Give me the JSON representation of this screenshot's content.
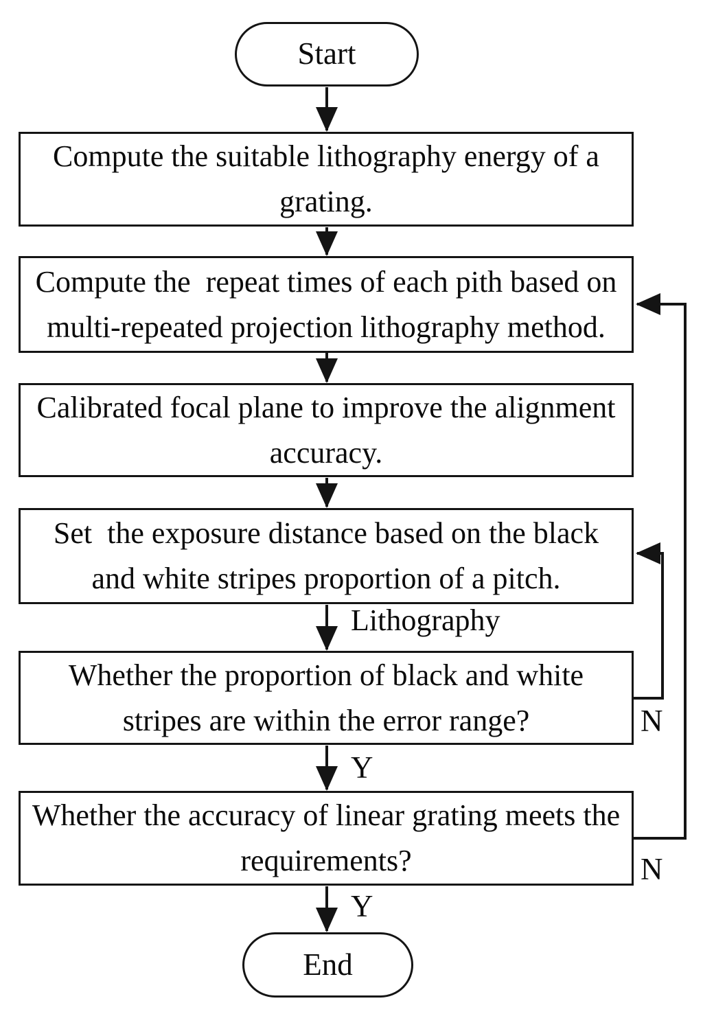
{
  "flowchart": {
    "type": "flowchart",
    "colors": {
      "line": "#141414",
      "background": "#ffffff",
      "text": "#0b0b0b"
    },
    "nodes": [
      {
        "id": "start",
        "shape": "terminator",
        "label": "Start"
      },
      {
        "id": "compute-energy",
        "shape": "process",
        "label": "Compute the suitable lithography energy of a grating."
      },
      {
        "id": "compute-repeat-times",
        "shape": "process",
        "label": "Compute the  repeat times of each pith based on multi-repeated projection lithography method."
      },
      {
        "id": "calibrate-focal-plane",
        "shape": "process",
        "label": "Calibrated focal plane to improve the alignment accuracy."
      },
      {
        "id": "set-exposure-distance",
        "shape": "process",
        "label": "Set  the exposure distance based on the black and white stripes proportion of a pitch."
      },
      {
        "id": "check-stripe-proportion",
        "shape": "process",
        "label": "Whether the proportion of black and white stripes are within the error range?"
      },
      {
        "id": "check-grating-accuracy",
        "shape": "process",
        "label": "Whether the accuracy of linear grating meets the requirements?"
      },
      {
        "id": "end",
        "shape": "terminator",
        "label": "End"
      }
    ],
    "edges": [
      {
        "from": "start",
        "to": "compute-energy",
        "label": ""
      },
      {
        "from": "compute-energy",
        "to": "compute-repeat-times",
        "label": ""
      },
      {
        "from": "compute-repeat-times",
        "to": "calibrate-focal-plane",
        "label": ""
      },
      {
        "from": "calibrate-focal-plane",
        "to": "set-exposure-distance",
        "label": ""
      },
      {
        "from": "set-exposure-distance",
        "to": "check-stripe-proportion",
        "label": "Lithography"
      },
      {
        "from": "check-stripe-proportion",
        "to": "check-grating-accuracy",
        "label": "Y"
      },
      {
        "from": "check-stripe-proportion",
        "to": "set-exposure-distance",
        "label": "N"
      },
      {
        "from": "check-grating-accuracy",
        "to": "end",
        "label": "Y"
      },
      {
        "from": "check-grating-accuracy",
        "to": "compute-repeat-times",
        "label": "N"
      }
    ]
  }
}
